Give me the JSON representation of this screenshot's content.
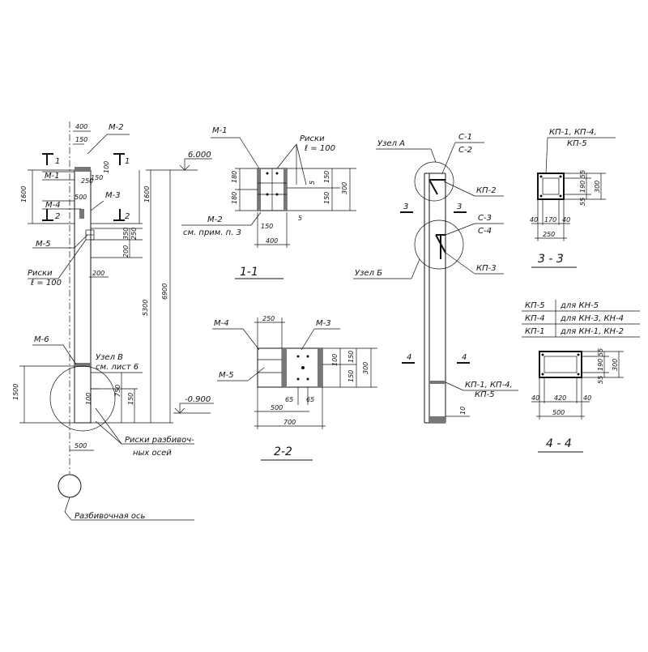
{
  "column_elevation": {
    "m2": "М-2",
    "m1": "М-1",
    "m4": "М-4",
    "m3": "М-3",
    "m5": "М-5",
    "m6": "М-6",
    "cut1": "1",
    "cut2": "2",
    "risks_label": "Риски",
    "risks_l": "ℓ = 100",
    "mark_top": "6.000",
    "mark_bottom": "-0.900",
    "node_v_line1": "Узел В",
    "node_v_line2": "см. лист 6",
    "risks_axes_line1": "Риски разбивоч-",
    "risks_axes_line2": "ных осей",
    "axis_label": "Разбивочная ось",
    "dims": {
      "d400": "400",
      "d150": "150",
      "d250": "250",
      "d150b": "150",
      "d100": "100",
      "d500": "500",
      "d1600": "1600",
      "d1600r": "1600",
      "d250b": "250",
      "d350": "350",
      "d200": "200",
      "d200b": "200",
      "d5300": "5300",
      "d6900": "6900",
      "d1500": "1500",
      "d150c": "150",
      "d750": "750",
      "d100b": "100",
      "d500b": "500"
    }
  },
  "section_1_1": {
    "m1": "М-1",
    "risks_label": "Риски",
    "risks_l": "ℓ = 100",
    "m2_line1": "М-2",
    "m2_line2": "см. прим. п. 3",
    "title": "1-1",
    "dims": {
      "d180a": "180",
      "d180b": "180",
      "d150": "150",
      "d5a": "5",
      "d150b": "150",
      "d150c": "150",
      "d300": "300",
      "d5b": "5",
      "d400": "400"
    }
  },
  "section_2_2": {
    "m4": "М-4",
    "m3": "М-3",
    "m5": "М-5",
    "title": "2-2",
    "dims": {
      "d250": "250",
      "d100": "100",
      "d150": "150",
      "d150b": "150",
      "d300": "300",
      "d65a": "65",
      "d65b": "65",
      "d500": "500",
      "d700": "700"
    }
  },
  "node_column": {
    "node_a": "Узел А",
    "c1": "С-1",
    "c2": "С-2",
    "kp2": "КП-2",
    "c3": "С-3",
    "c4": "С-4",
    "kp3": "КП-3",
    "node_b": "Узел Б",
    "cut3l": "3",
    "cut3r": "3",
    "cut4l": "4",
    "cut4r": "4",
    "kp_bottom_line1": "КП-1, КП-4,",
    "kp_bottom_line2": "КП-5",
    "d10": "10"
  },
  "section_3_3": {
    "kp_line1": "КП-1, КП-4,",
    "kp_line2": "КП-5",
    "title": "3 - 3",
    "dims": {
      "d55a": "55",
      "d190": "190",
      "d55b": "55",
      "d300": "300",
      "d40a": "40",
      "d170": "170",
      "d40b": "40",
      "d250": "250"
    }
  },
  "section_4_4": {
    "table": [
      {
        "name": "КП-5",
        "use": "для КН-5"
      },
      {
        "name": "КП-4",
        "use": "для КН-3, КН-4"
      },
      {
        "name": "КП-1",
        "use": "для КН-1, КН-2"
      }
    ],
    "title": "4 - 4",
    "dims": {
      "d55a": "55",
      "d190": "190",
      "d55b": "55",
      "d300": "300",
      "d40a": "40",
      "d420": "420",
      "d40b": "40",
      "d500": "500"
    }
  }
}
